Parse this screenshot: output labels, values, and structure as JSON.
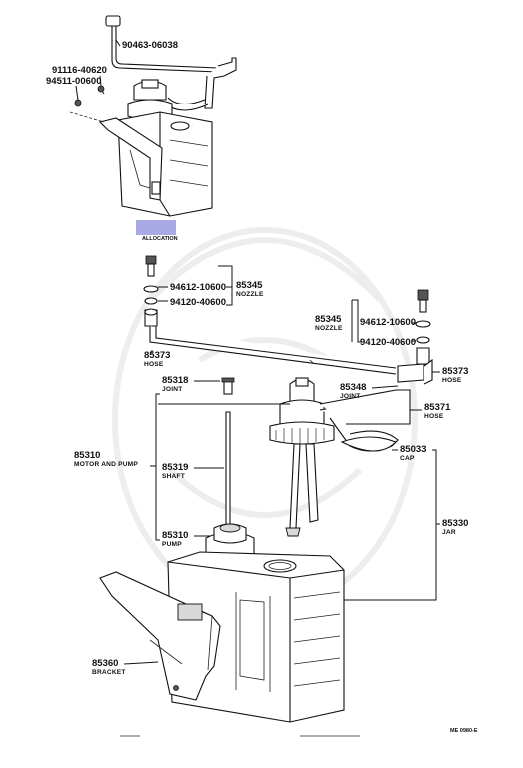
{
  "labels": {
    "p90463": "90463-06038",
    "p91116": "91116-40620",
    "p94511": "94511-00600",
    "p94612_left": "94612-10600",
    "p94120_left": "94120-40600",
    "p85345_left_num": "85345",
    "p85345_left_name": "NOZZLE",
    "p85345_right_num": "85345",
    "p85345_right_name": "NOZZLE",
    "p94612_right": "94612-10600",
    "p94120_right": "94120-40600",
    "p85373_left_num": "85373",
    "p85373_left_name": "HOSE",
    "p85373_right_num": "85373",
    "p85373_right_name": "HOSE",
    "p85318_num": "85318",
    "p85318_name": "JOINT",
    "p85348_num": "85348",
    "p85348_name": "JOINT",
    "p85371_num": "85371",
    "p85371_name": "HOSE",
    "p85310_group_num": "85310",
    "p85310_group_name": "MOTOR AND PUMP",
    "p85319_num": "85319",
    "p85319_name": "SHAFT",
    "p85033_num": "85033",
    "p85033_name": "CAP",
    "p85330_num": "85330",
    "p85330_name": "JAR",
    "p85310_num": "85310",
    "p85310_name": "PUMP",
    "p85360_num": "85360",
    "p85360_name": "BRACKET",
    "figure_code": "ME 0980-E",
    "highlight_caption": "ALLOCATION"
  },
  "colors": {
    "highlight": "#a9a9e6",
    "line": "#111111",
    "watermark": "#ececec"
  }
}
